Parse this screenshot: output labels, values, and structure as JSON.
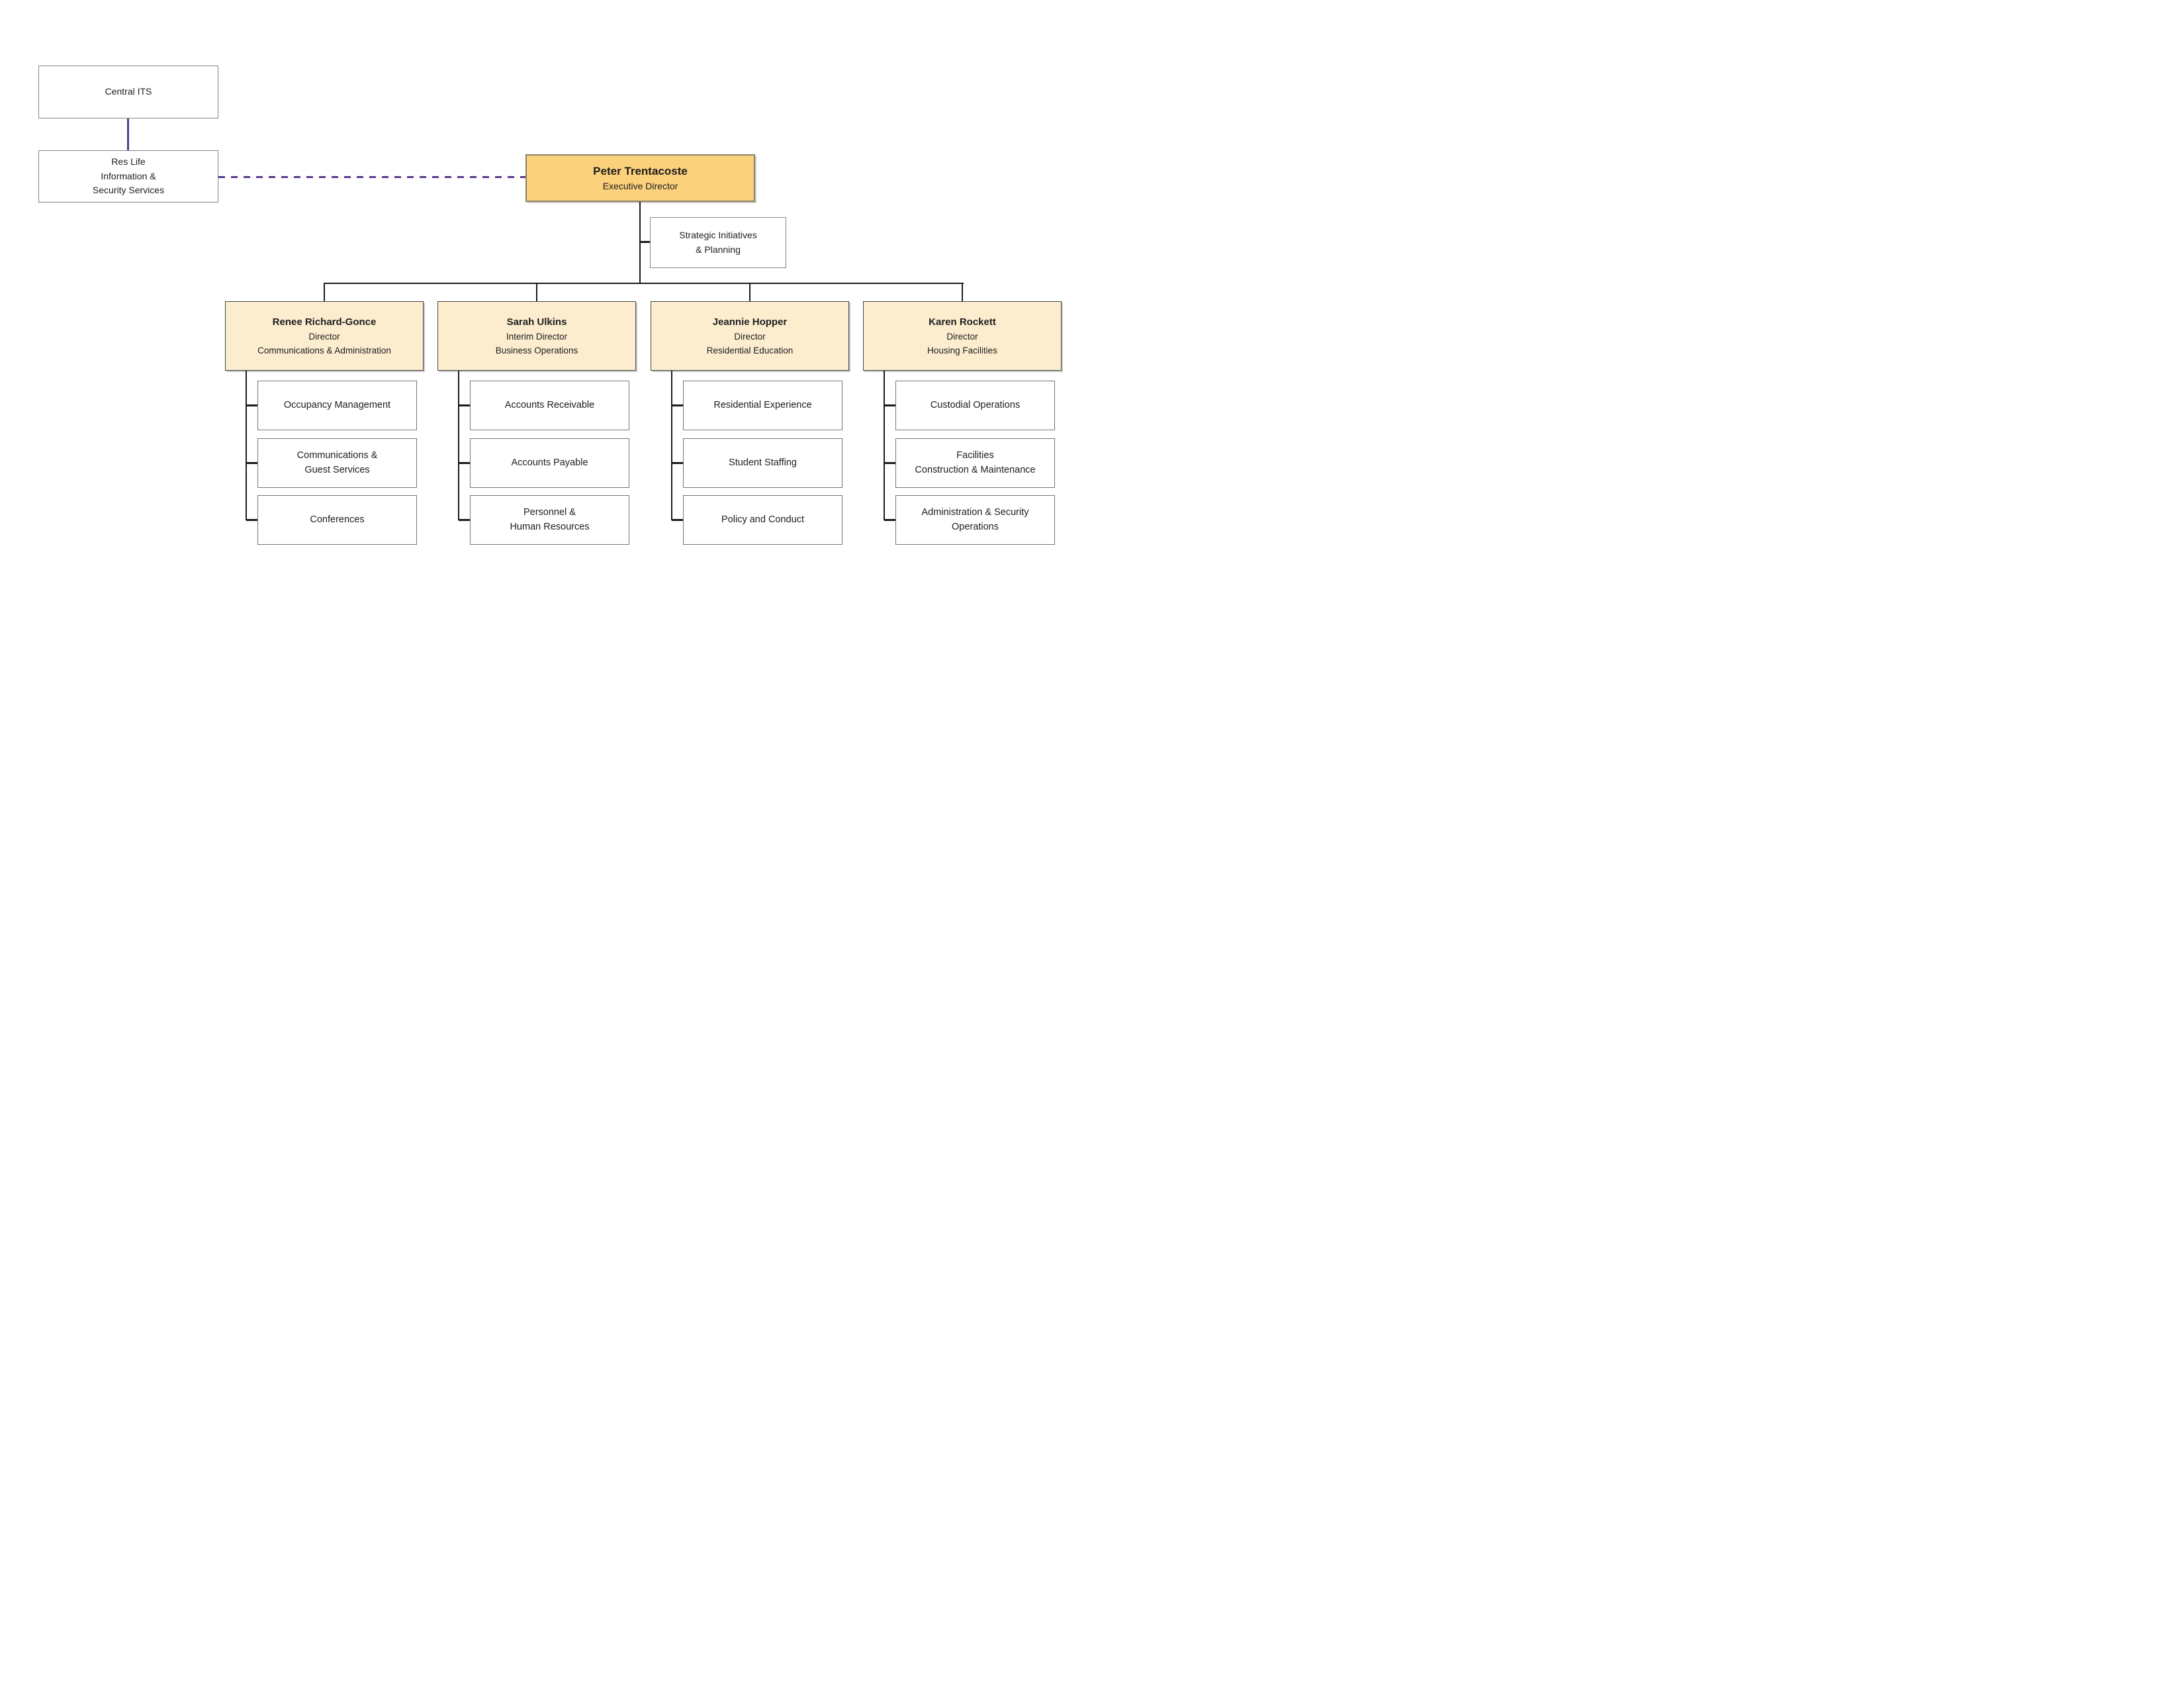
{
  "colors": {
    "executive_fill": "#FCD17C",
    "director_fill": "#FCEDCF",
    "connector_purple": "#5B3A8E",
    "connector_black": "#1A1A1A"
  },
  "external_boxes": {
    "central_its": "Central ITS",
    "res_life": "Res Life\nInformation &\nSecurity Services"
  },
  "executive": {
    "name": "Peter Trentacoste",
    "title": "Executive Director"
  },
  "staff_unit": {
    "label": "Strategic Initiatives\n& Planning"
  },
  "directors": [
    {
      "name": "Renee Richard-Gonce",
      "title": "Director",
      "department": "Communications & Administration",
      "units": [
        "Occupancy Management",
        "Communications &\nGuest Services",
        "Conferences"
      ]
    },
    {
      "name": "Sarah Ulkins",
      "title": "Interim Director",
      "department": "Business Operations",
      "units": [
        "Accounts Receivable",
        "Accounts Payable",
        "Personnel &\nHuman Resources"
      ]
    },
    {
      "name": "Jeannie Hopper",
      "title": "Director",
      "department": "Residential Education",
      "units": [
        "Residential Experience",
        "Student Staffing",
        "Policy and Conduct"
      ]
    },
    {
      "name": "Karen Rockett",
      "title": "Director",
      "department": "Housing Facilities",
      "units": [
        "Custodial Operations",
        "Facilities\nConstruction & Maintenance",
        "Administration & Security\nOperations"
      ]
    }
  ]
}
